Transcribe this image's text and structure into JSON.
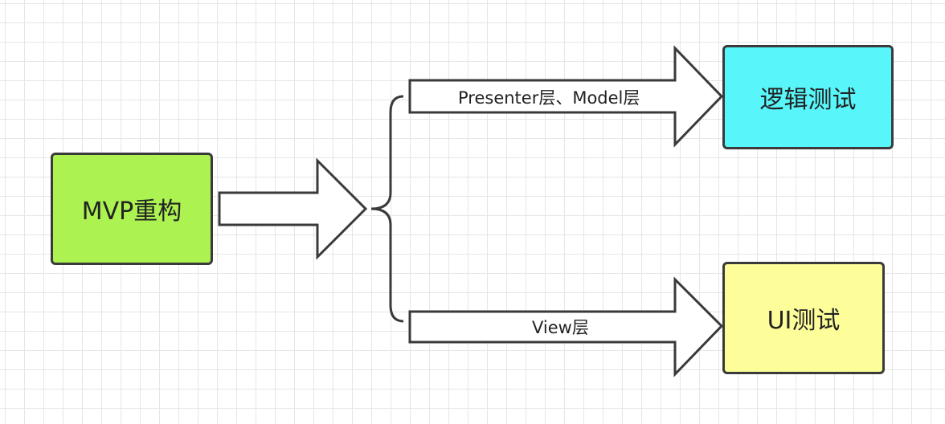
{
  "nodes": {
    "source": "MVP重构",
    "logic_test": "逻辑测试",
    "ui_test": "UI测试"
  },
  "branches": {
    "top_label": "Presenter层、Model层",
    "bottom_label": "View层"
  },
  "colors": {
    "source_fill": "#acf352",
    "logic_fill": "#58f6fb",
    "ui_fill": "#fdfd9a",
    "stroke": "#3a3a3a",
    "grid": "#e6e6e6"
  }
}
